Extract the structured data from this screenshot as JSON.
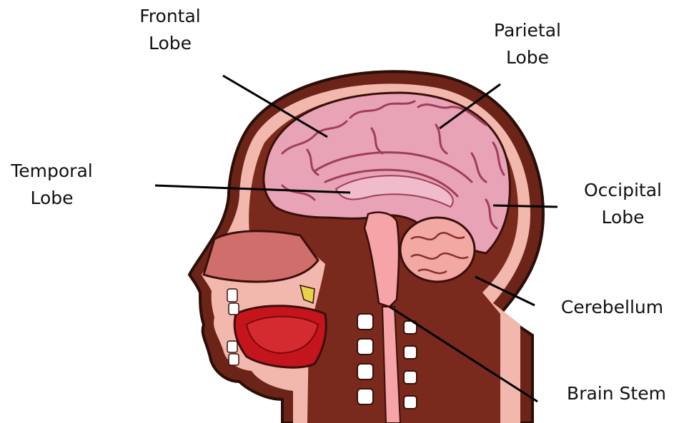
{
  "labels": {
    "frontal": {
      "line1": "Frontal",
      "line2": "Lobe"
    },
    "parietal": {
      "line1": "Parietal",
      "line2": "Lobe"
    },
    "temporal": {
      "line1": "Temporal",
      "line2": "Lobe"
    },
    "occipital": {
      "line1": "Occipital",
      "line2": "Lobe"
    },
    "cerebellum": {
      "line1": "Cerebellum"
    },
    "brainstem": {
      "line1": "Brain Stem"
    }
  },
  "colors": {
    "outline": "#4a1a12",
    "skin": "#f2b8ad",
    "brain": "#e8a3b6",
    "brain_fold": "#b8566f",
    "tissue_dark": "#7a2a1c",
    "nose": "#d06e6c",
    "mouth": "#c4141c",
    "leader": "#000000"
  }
}
